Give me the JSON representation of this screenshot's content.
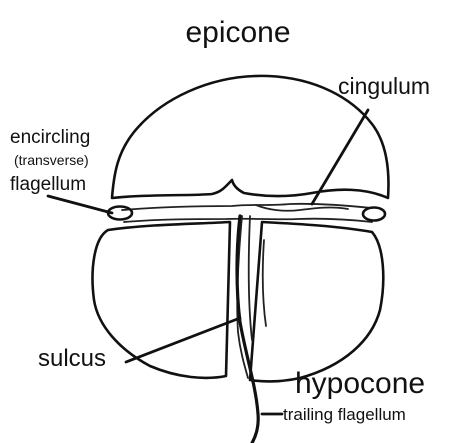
{
  "labels": {
    "epicone": "epicone",
    "cingulum": "cingulum",
    "encircling_line1": "encircling",
    "encircling_line2": "(transverse)",
    "encircling_line3": "flagellum",
    "sulcus": "sulcus",
    "hypocone": "hypocone",
    "trailing_flagellum": "trailing flagellum"
  }
}
